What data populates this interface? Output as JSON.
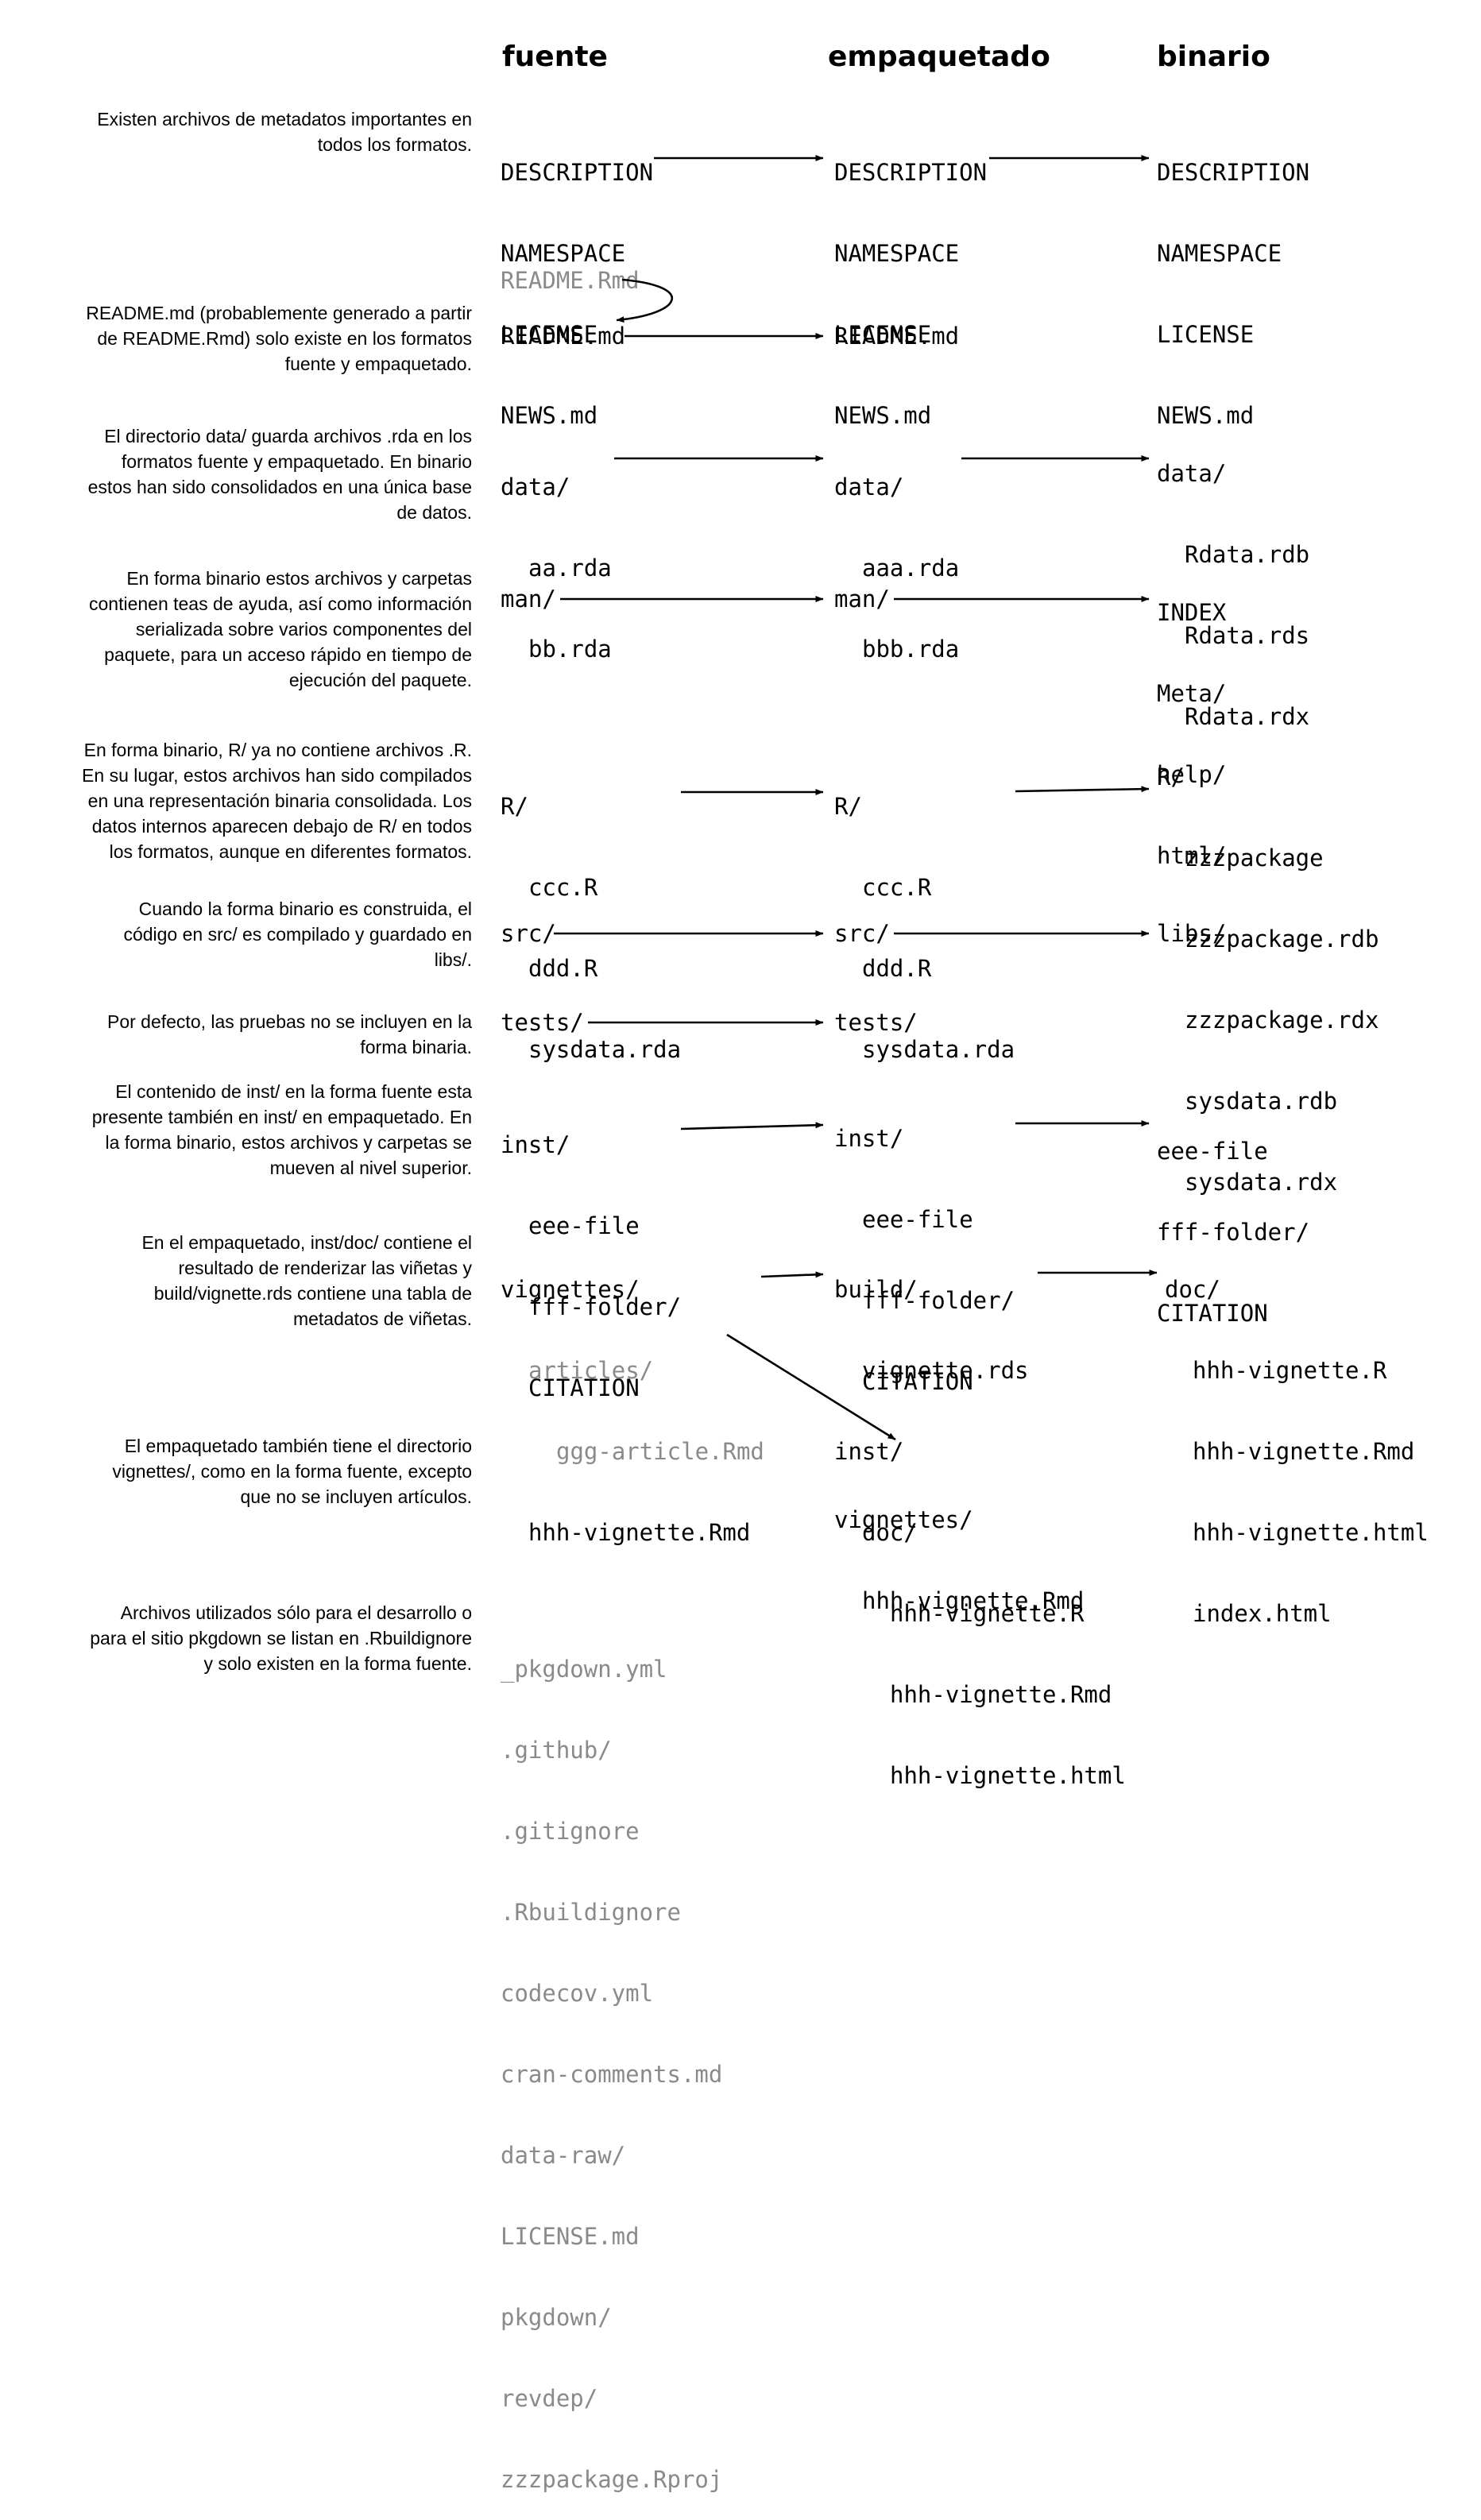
{
  "headers": {
    "source": "fuente",
    "bundled": "empaquetado",
    "binary": "binario"
  },
  "descriptions": {
    "metadata": "Existen archivos de metadatos importantes en\ntodos los formatos.",
    "readme": "README.md (probablemente generado a partir\nde README.Rmd) solo existe en los formatos\nfuente y empaquetado.",
    "data": "El directorio data/ guarda archivos .rda en los\nformatos fuente y empaquetado. En binario\nestos han sido consolidados en una única base\nde datos.",
    "man": "En forma binario estos archivos y carpetas\ncontienen teas de ayuda, así como información\nserializada sobre varios componentes del\npaquete, para un acceso rápido en tiempo de\nejecución del paquete.",
    "r": "En forma binario, R/ ya no contiene archivos .R.\nEn su lugar, estos archivos han sido compilados\nen una representación binaria consolidada. Los\ndatos internos aparecen debajo de R/ en todos\nlos formatos, aunque en diferentes formatos.",
    "src": "Cuando la forma binario es construida, el\ncódigo en src/ es compilado y guardado en\nlibs/.",
    "tests": "Por defecto, las pruebas no se incluyen en la\nforma binaria.",
    "inst": "El contenido de inst/ en la forma fuente esta\npresente también en inst/ en empaquetado. En\nla forma binario, estos archivos y carpetas se\nmueven al nivel superior.",
    "vignettes": "En el empaquetado, inst/doc/ contiene el\nresultado de renderizar las viñetas y\nbuild/vignette.rds contiene una tabla de\nmetadatos de viñetas.",
    "bundled_vignettes": "El empaquetado también tiene el directorio\nvignettes/, como en la forma fuente, excepto\nque no se incluyen artículos.",
    "dev_files": "Archivos utilizados sólo para el desarrollo o\npara el sitio pkgdown se listan en .Rbuildignore\ny solo existen en la forma fuente."
  },
  "source": {
    "metadata": [
      "DESCRIPTION",
      "NAMESPACE",
      "LICENSE",
      "NEWS.md"
    ],
    "readme_rmd": "README.Rmd",
    "readme_md": "README.md",
    "data_dir": "data/",
    "data_files": [
      "aa.rda",
      "bb.rda"
    ],
    "man": "man/",
    "r_dir": "R/",
    "r_files": [
      "ccc.R",
      "ddd.R",
      "sysdata.rda"
    ],
    "src": "src/",
    "tests": "tests/",
    "inst_dir": "inst/",
    "inst_files": [
      "eee-file",
      "fff-folder/",
      "CITATION"
    ],
    "vignettes_dir": "vignettes/",
    "articles_dir": "articles/",
    "article_file": "ggg-article.Rmd",
    "vignette_file": "hhh-vignette.Rmd",
    "dev_files": [
      "_pkgdown.yml",
      ".github/",
      ".gitignore",
      ".Rbuildignore",
      "codecov.yml",
      "cran-comments.md",
      "data-raw/",
      "LICENSE.md",
      "pkgdown/",
      "revdep/",
      "zzzpackage.Rproj"
    ]
  },
  "bundled": {
    "metadata": [
      "DESCRIPTION",
      "NAMESPACE",
      "LICENSE",
      "NEWS.md"
    ],
    "readme_md": "README.md",
    "data_dir": "data/",
    "data_files": [
      "aaa.rda",
      "bbb.rda"
    ],
    "man": "man/",
    "r_dir": "R/",
    "r_files": [
      "ccc.R",
      "ddd.R",
      "sysdata.rda"
    ],
    "src": "src/",
    "tests": "tests/",
    "inst_dir": "inst/",
    "inst_files": [
      "eee-file",
      "fff-folder/",
      "CITATION"
    ],
    "build_dir": "build/",
    "build_file": "vignette.rds",
    "inst2_dir": "inst/",
    "doc_dir": "doc/",
    "doc_files": [
      "hhh-vignette.R",
      "hhh-vignette.Rmd",
      "hhh-vignette.html"
    ],
    "vignettes_dir": "vignettes/",
    "vignette_file": "hhh-vignette.Rmd"
  },
  "binary": {
    "metadata": [
      "DESCRIPTION",
      "NAMESPACE",
      "LICENSE",
      "NEWS.md"
    ],
    "data_dir": "data/",
    "data_files": [
      "Rdata.rdb",
      "Rdata.rds",
      "Rdata.rdx"
    ],
    "man_files": [
      "INDEX",
      "Meta/",
      "help/",
      "html/"
    ],
    "r_dir": "R/",
    "r_files": [
      "zzzpackage",
      "zzzpackage.rdb",
      "zzzpackage.rdx",
      "sysdata.rdb",
      "sysdata.rdx"
    ],
    "libs": "libs/",
    "inst_files": [
      "eee-file",
      "fff-folder/",
      "CITATION"
    ],
    "doc_dir": "doc/",
    "doc_files": [
      "hhh-vignette.R",
      "hhh-vignette.Rmd",
      "hhh-vignette.html",
      "index.html"
    ]
  }
}
